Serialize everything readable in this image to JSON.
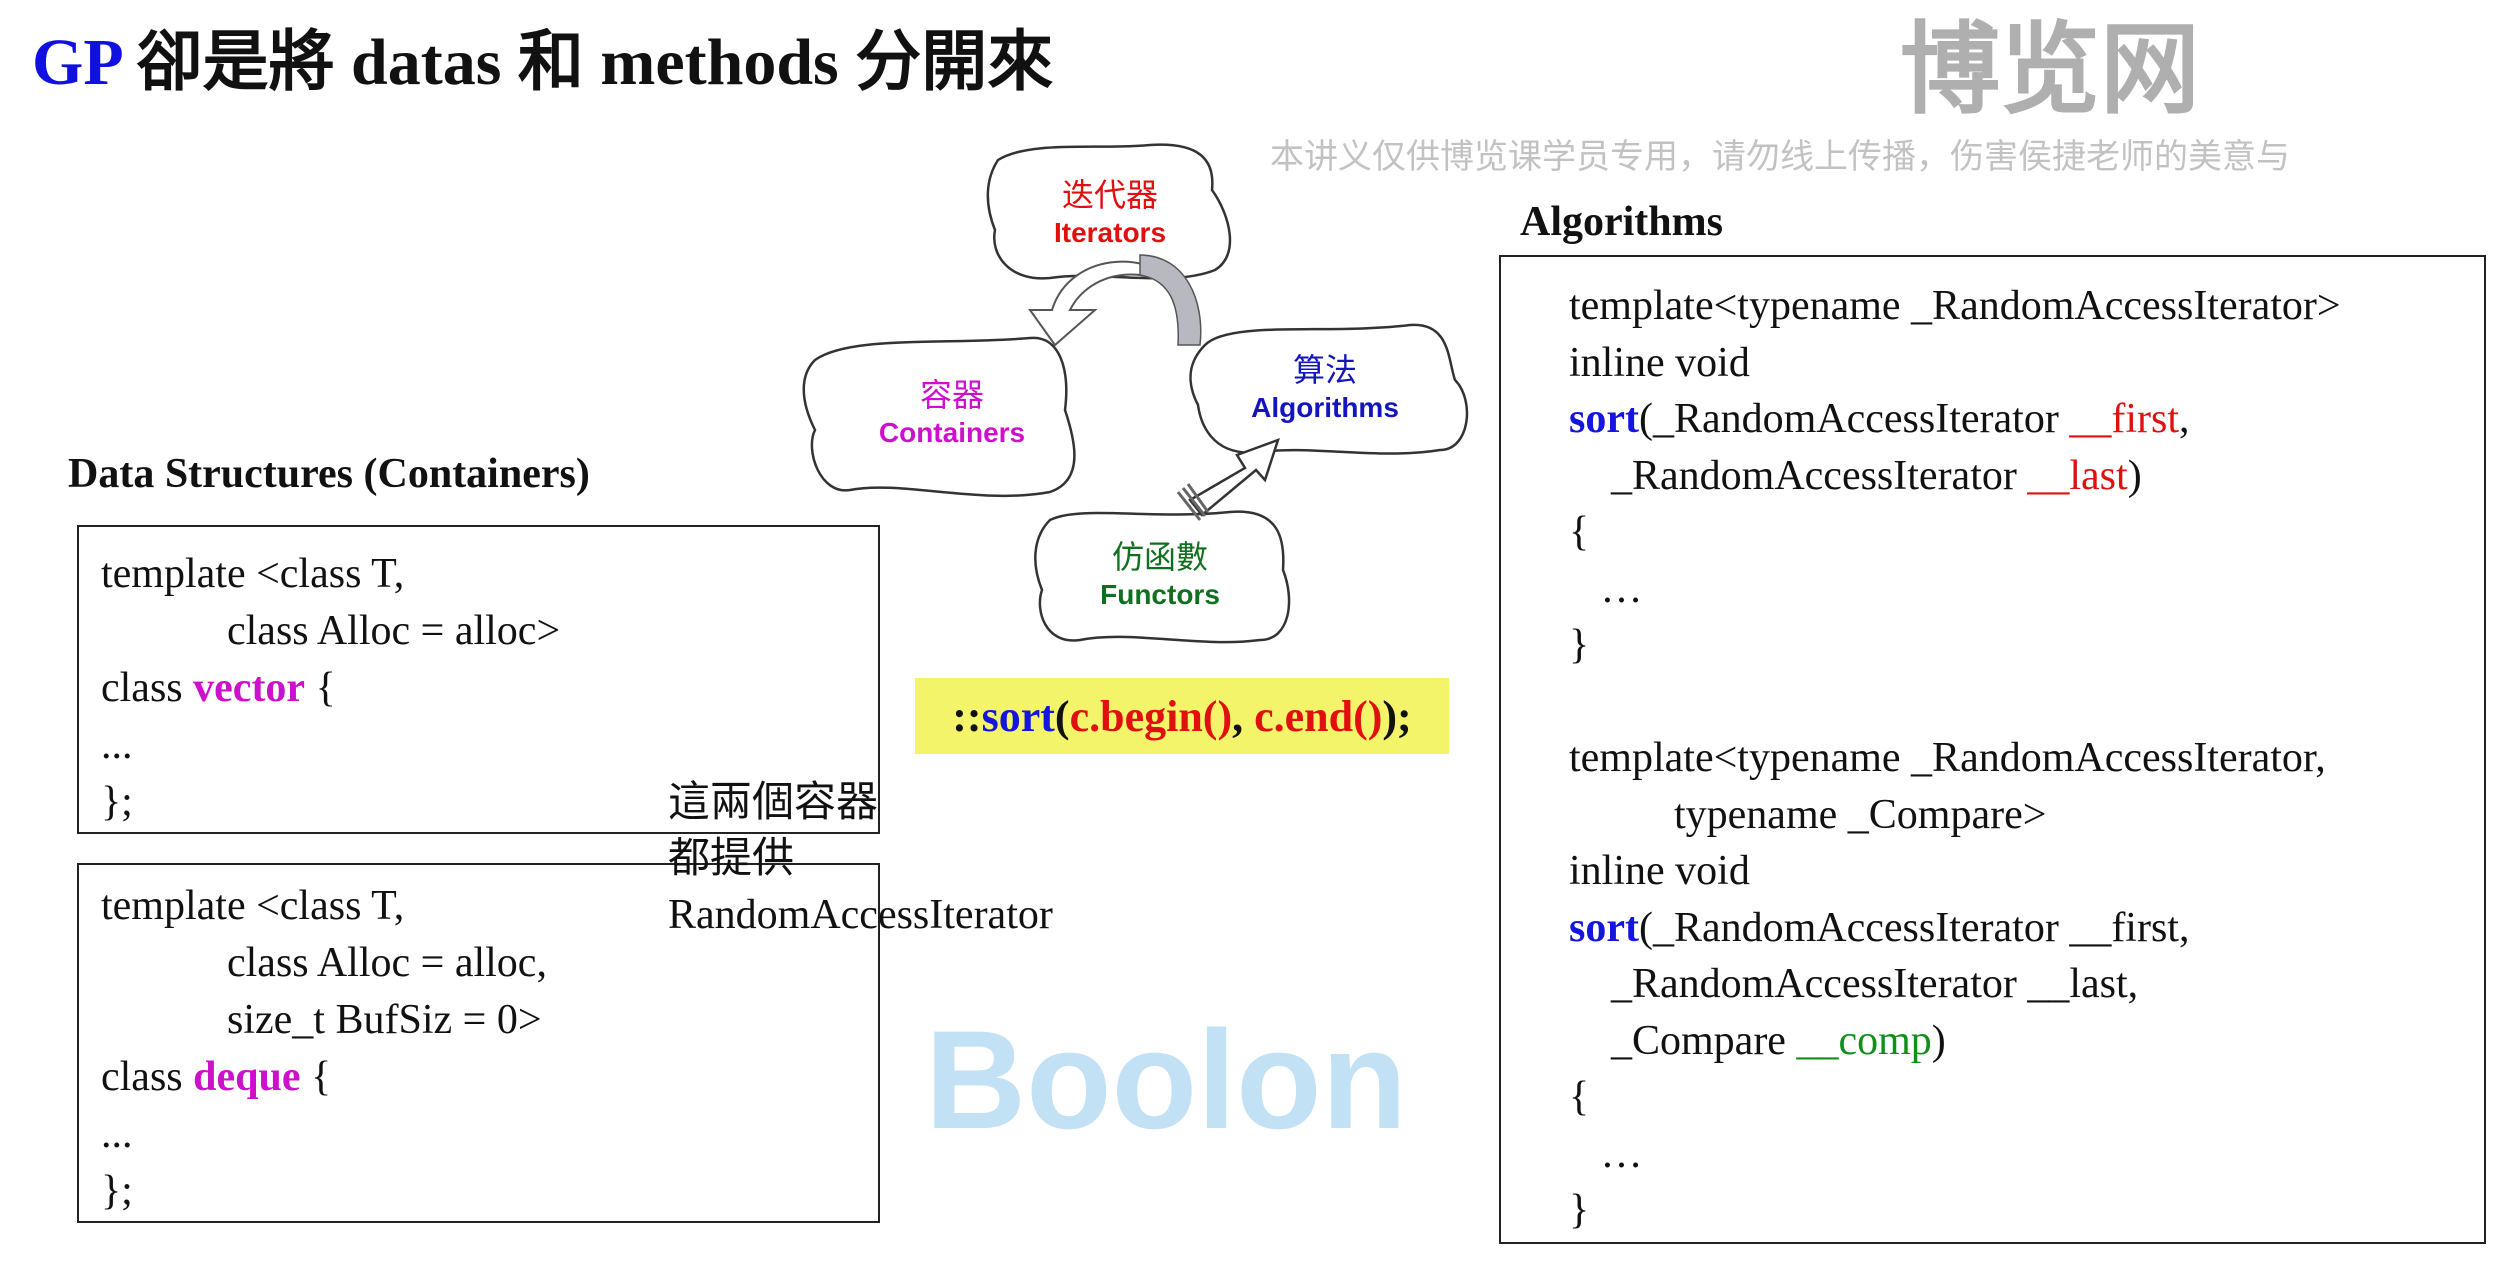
{
  "title": {
    "prefix": "GP",
    "rest": " 卻是將 datas 和 methods 分開來"
  },
  "containers": {
    "heading": "Data Structures (Containers)",
    "vector_box": [
      [
        [
          "template <class T,",
          ""
        ]
      ],
      [
        [
          "            class Alloc = alloc>",
          ""
        ]
      ],
      [
        [
          "class ",
          ""
        ],
        [
          "vector",
          "kw-mag"
        ],
        [
          " {",
          ""
        ]
      ],
      [
        [
          "...",
          ""
        ]
      ],
      [
        [
          "};",
          ""
        ]
      ]
    ],
    "deque_box": [
      [
        [
          "template <class T,",
          ""
        ]
      ],
      [
        [
          "            class Alloc = alloc,",
          ""
        ]
      ],
      [
        [
          "            size_t BufSiz = 0>",
          ""
        ]
      ],
      [
        [
          "class ",
          ""
        ],
        [
          "deque",
          "kw-mag"
        ],
        [
          " {",
          ""
        ]
      ],
      [
        [
          "...",
          ""
        ]
      ],
      [
        [
          "};",
          ""
        ]
      ]
    ]
  },
  "note": [
    "這兩個容器",
    "都提供",
    "RandomAccessIterator"
  ],
  "diagram": {
    "iterators": {
      "zh": "迭代器",
      "en": "Iterators",
      "color": "#e01010"
    },
    "containers": {
      "zh": "容器",
      "en": "Containers",
      "color": "#cc10cc"
    },
    "algorithms": {
      "zh": "算法",
      "en": "Algorithms",
      "color": "#1515c0"
    },
    "functors": {
      "zh": "仿函數",
      "en": "Functors",
      "color": "#107020"
    }
  },
  "sort_call": [
    [
      "::",
      ""
    ],
    [
      "sort",
      "kw-blue"
    ],
    [
      "(",
      ""
    ],
    [
      "c.begin()",
      "red"
    ],
    [
      ", ",
      ""
    ],
    [
      "c.end()",
      "red"
    ],
    [
      ");",
      ""
    ]
  ],
  "algorithms": {
    "heading": "Algorithms",
    "lines": [
      [
        [
          "template<typename _RandomAccessIterator>",
          ""
        ]
      ],
      [
        [
          "inline void",
          ""
        ]
      ],
      [
        [
          "sort",
          "kw-blue"
        ],
        [
          "(_RandomAccessIterator ",
          ""
        ],
        [
          "__first",
          "red"
        ],
        [
          ",",
          ""
        ]
      ],
      [
        [
          "    _RandomAccessIterator ",
          ""
        ],
        [
          "__last",
          "red"
        ],
        [
          ")",
          ""
        ]
      ],
      [
        [
          "{",
          ""
        ]
      ],
      [
        [
          "   …",
          ""
        ]
      ],
      [
        [
          "}",
          ""
        ]
      ],
      [
        [
          "",
          ""
        ]
      ],
      [
        [
          "template<typename _RandomAccessIterator,",
          ""
        ]
      ],
      [
        [
          "          typename _Compare>",
          ""
        ]
      ],
      [
        [
          "inline void",
          ""
        ]
      ],
      [
        [
          "sort",
          "kw-blue"
        ],
        [
          "(_RandomAccessIterator __first,",
          ""
        ]
      ],
      [
        [
          "    _RandomAccessIterator __last,",
          ""
        ]
      ],
      [
        [
          "    _Compare ",
          ""
        ],
        [
          "__comp",
          "green"
        ],
        [
          ")",
          ""
        ]
      ],
      [
        [
          "{",
          ""
        ]
      ],
      [
        [
          "   …",
          ""
        ]
      ],
      [
        [
          "}",
          ""
        ]
      ]
    ]
  },
  "watermarks": {
    "logo": "Boolon",
    "site": "博览网",
    "notice": "本讲义仅供博览课学员专用，请勿线上传播，伤害侯捷老师的美意与"
  }
}
